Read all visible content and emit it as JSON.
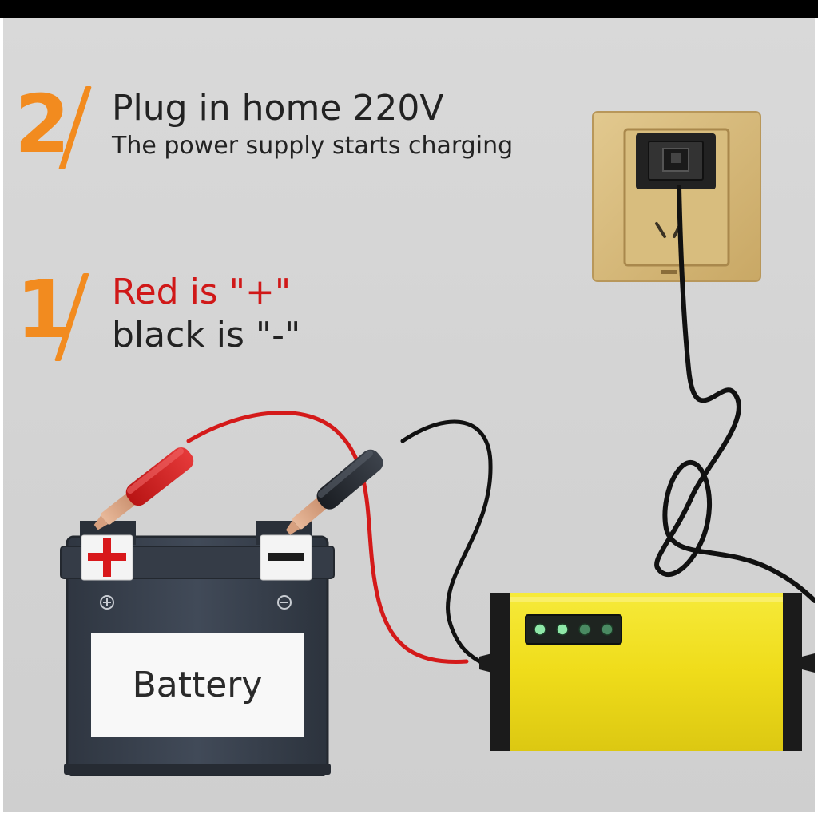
{
  "steps": [
    {
      "number": "2",
      "title": "Plug in home 220V",
      "subtitle": "The power supply starts charging"
    },
    {
      "number": "1",
      "line_red": "Red is \"+\"",
      "line_black": "black is \"-\""
    }
  ],
  "battery": {
    "label": "Battery",
    "positive_symbol": "+",
    "negative_symbol": "−",
    "small_positive": "⊕",
    "small_negative": "⊖"
  },
  "charger": {
    "indicator_led_count": 4
  },
  "colors": {
    "accent_orange": "#f28b1f",
    "positive_red": "#d01818",
    "charger_yellow": "#f2e21c",
    "battery_body": "#3a4250",
    "outlet_gold": "#d9bd7f"
  },
  "icons": [
    "power-outlet-icon",
    "battery-icon",
    "charger-icon",
    "alligator-clip-icon"
  ]
}
